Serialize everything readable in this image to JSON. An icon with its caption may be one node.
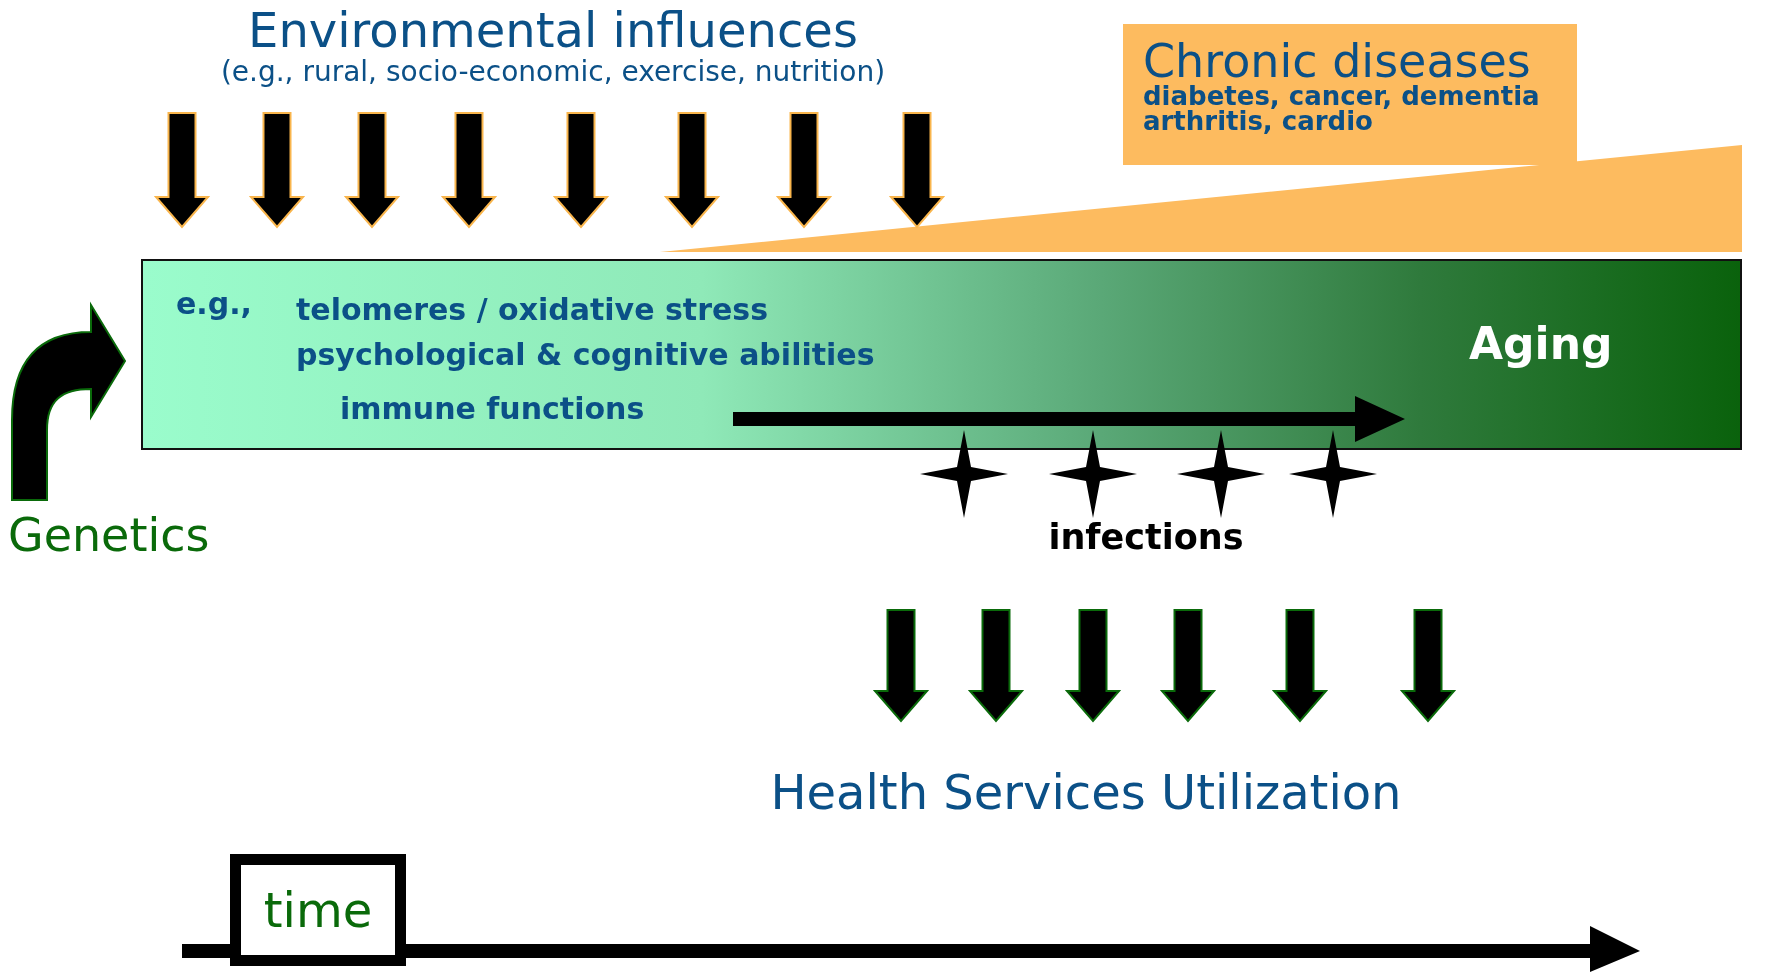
{
  "diagram": {
    "nodes": [
      {
        "text": [
          "Environmental influences",
          "(e.g., rural, socio-economic, exercise, nutrition)"
        ]
      },
      {
        "text": [
          "Chronic diseases",
          "diabetes, cancer, dementia arthritis, cardio"
        ]
      },
      {
        "text": [
          "e.g.,",
          "telomeres / oxidative stress psychological & cognitive abilities",
          "immune functions",
          "Aging"
        ]
      },
      {
        "text": [
          "Genetics"
        ]
      },
      {
        "text": [
          "infections"
        ]
      },
      {
        "text": [
          "Health Services Utilization"
        ]
      },
      {
        "text": [
          "time"
        ]
      },
      {
        "text": [],
        "shape": "triangle"
      },
      {
        "text": [],
        "shape": "star"
      },
      {
        "text": [],
        "shape": "star"
      },
      {
        "text": [],
        "shape": "star"
      },
      {
        "text": [],
        "shape": "star"
      }
    ],
    "edges": [
      {
        "from": 0,
        "to": 2,
        "arrow": "to",
        "color": "#f9b54c"
      },
      {
        "from": 0,
        "to": 2,
        "arrow": "to",
        "color": "#f9b54c"
      },
      {
        "from": 0,
        "to": 2,
        "arrow": "to",
        "color": "#f9b54c"
      },
      {
        "from": 0,
        "to": 2,
        "arrow": "to",
        "color": "#f9b54c"
      },
      {
        "from": 0,
        "to": 2,
        "arrow": "to",
        "color": "#f9b54c"
      },
      {
        "from": 0,
        "to": 2,
        "arrow": "to",
        "color": "#f9b54c"
      },
      {
        "from": 0,
        "to": 2,
        "arrow": "to",
        "color": "#f9b54c"
      },
      {
        "from": 0,
        "to": 2,
        "arrow": "to",
        "color": "#f9b54c"
      },
      {
        "from": 3,
        "to": 2,
        "arrow": "to"
      },
      {
        "from": null,
        "to": 5,
        "arrow": "to"
      },
      {
        "from": null,
        "to": 5,
        "arrow": "to"
      },
      {
        "from": null,
        "to": 5,
        "arrow": "to"
      },
      {
        "from": null,
        "to": 5,
        "arrow": "to"
      },
      {
        "from": null,
        "to": 5,
        "arrow": "to"
      },
      {
        "from": null,
        "to": 5,
        "arrow": "to"
      }
    ]
  }
}
